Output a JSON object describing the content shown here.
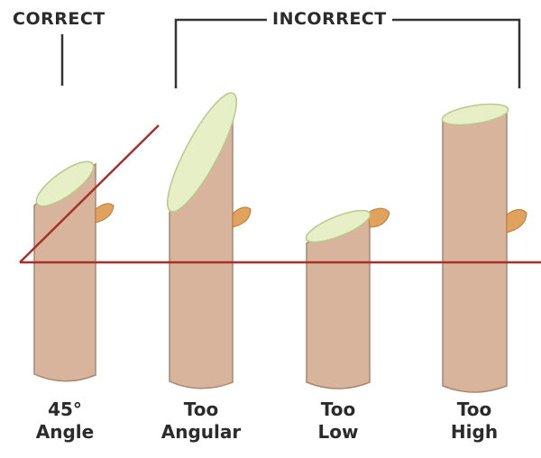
{
  "header": {
    "correct_label": "CORRECT",
    "incorrect_label": "INCORRECT"
  },
  "captions": [
    {
      "line1": "45°",
      "line2": "Angle"
    },
    {
      "line1": "Too",
      "line2": "Angular"
    },
    {
      "line1": "Too",
      "line2": "Low"
    },
    {
      "line1": "Too",
      "line2": "High"
    }
  ],
  "colors": {
    "stem": "#d9b49c",
    "stem_outline": "#a9866e",
    "cut_face": "#e6efc6",
    "cut_outline": "#b9c88e",
    "bud": "#e0a25c",
    "guide_line": "#a8302c",
    "bracket": "#333333"
  }
}
